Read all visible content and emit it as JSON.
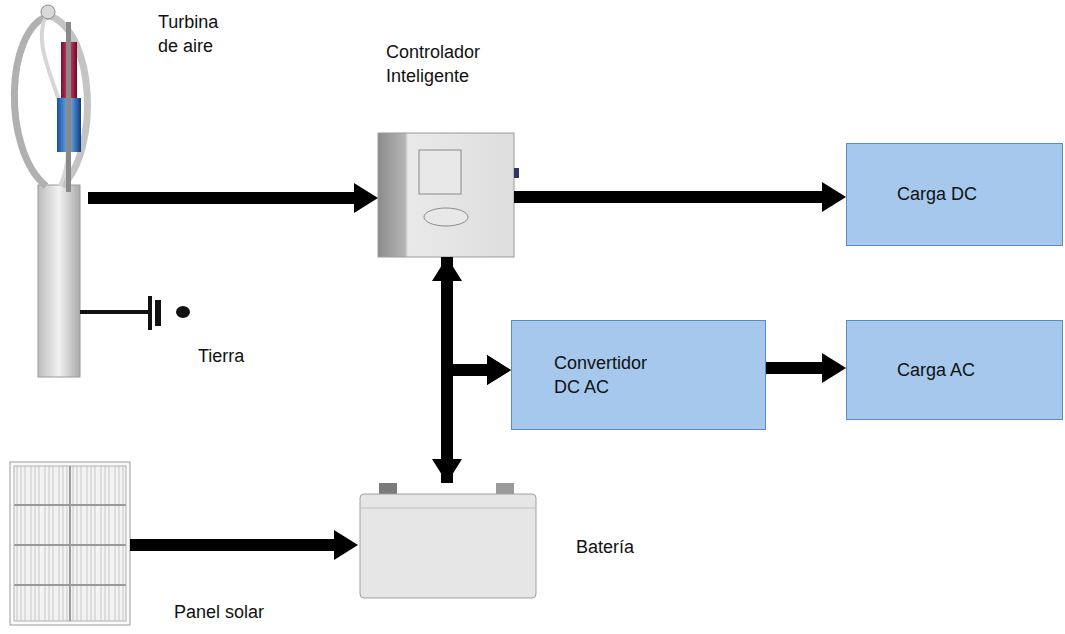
{
  "diagram": {
    "nodes": [
      {
        "text": [
          "Turbina de aire"
        ]
      },
      {
        "text": [
          "Controlador Inteligente"
        ]
      },
      {
        "text": [
          "Carga DC"
        ]
      },
      {
        "text": [
          "Convertidor DC AC"
        ]
      },
      {
        "text": [
          "Carga AC"
        ]
      },
      {
        "text": [
          "Batería"
        ]
      },
      {
        "text": [
          "Panel solar"
        ]
      }
    ],
    "edges": [
      {
        "from": 0,
        "to": 1,
        "arrow": "to"
      },
      {
        "from": 1,
        "to": 2,
        "arrow": "to"
      },
      {
        "from": 1,
        "to": 5,
        "arrow": "both"
      },
      {
        "from": 1,
        "to": 3,
        "arrow": "to"
      },
      {
        "from": 5,
        "to": 3,
        "arrow": "to"
      },
      {
        "from": 3,
        "to": 4,
        "arrow": "to"
      },
      {
        "from": 6,
        "to": 5,
        "arrow": "to"
      }
    ],
    "labels": [
      "Tierra"
    ]
  }
}
